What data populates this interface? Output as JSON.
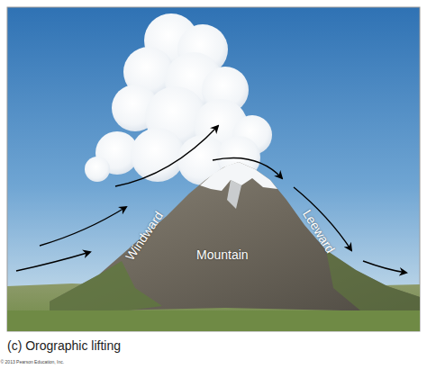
{
  "diagram": {
    "caption": "(c) Orographic lifting",
    "labels": [
      "Windward",
      "Mountain",
      "Leeward",
      "© 2013 Pearson Education, Inc."
    ]
  }
}
